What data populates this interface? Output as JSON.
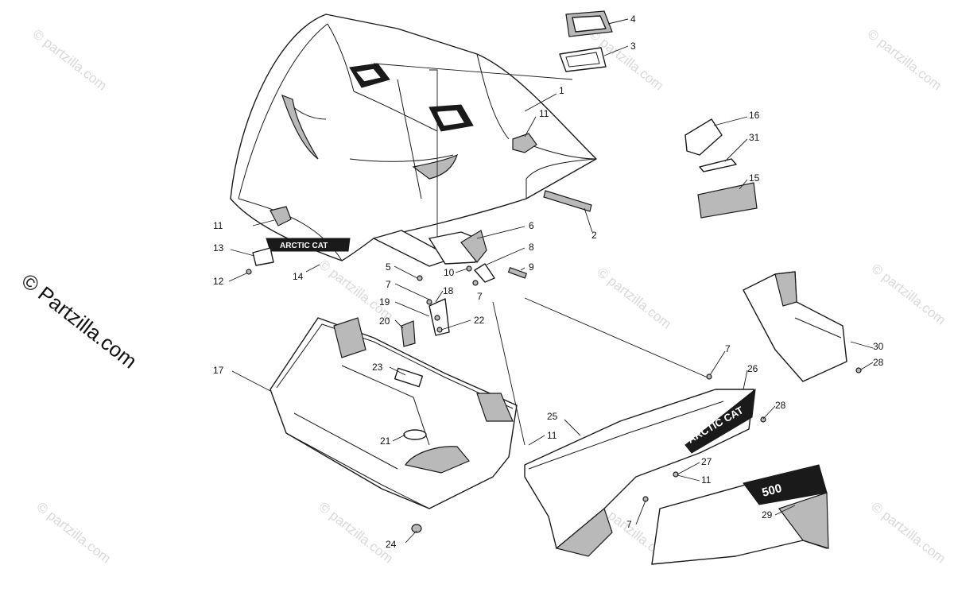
{
  "watermark": "© Partzilla.com",
  "watermark_small": "© partzilla.com",
  "decals": {
    "hood_logo": "ARCTIC CAT",
    "side_logo": "ARCTIC CAT",
    "model_decal": "500"
  },
  "callouts": [
    "1",
    "2",
    "3",
    "4",
    "5",
    "6",
    "7",
    "8",
    "9",
    "10",
    "11",
    "12",
    "13",
    "14",
    "15",
    "16",
    "17",
    "18",
    "19",
    "20",
    "21",
    "22",
    "23",
    "24",
    "25",
    "26",
    "27",
    "28",
    "29",
    "30",
    "31"
  ]
}
